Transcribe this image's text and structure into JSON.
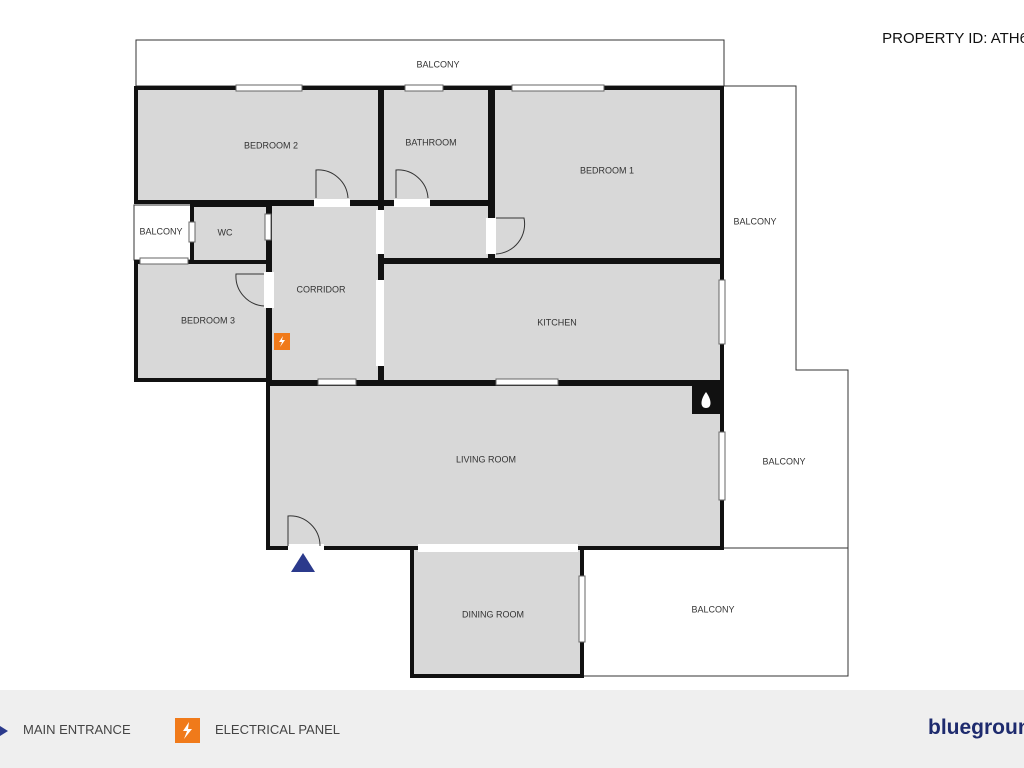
{
  "property_id": "PROPERTY ID: ATH6",
  "rooms": {
    "balcony_top": "BALCONY",
    "bedroom2": "BEDROOM 2",
    "bathroom": "BATHROOM",
    "bedroom1": "BEDROOM 1",
    "balcony_small": "BALCONY",
    "wc": "WC",
    "corridor": "CORRIDOR",
    "bedroom3": "BEDROOM 3",
    "kitchen": "KITCHEN",
    "balcony_right": "BALCONY",
    "living_room": "LIVING ROOM",
    "balcony_mid": "BALCONY",
    "dining_room": "DINING ROOM",
    "balcony_bottom": "BALCONY"
  },
  "legend": {
    "main_entrance": "MAIN ENTRANCE",
    "electrical_panel": "ELECTRICAL PANEL",
    "brand": "bluegroun"
  },
  "colors": {
    "room_fill": "#d8d8d8",
    "entrance": "#2b3a8c",
    "electrical": "#f07a1a",
    "brand": "#1e2b6e"
  },
  "icons": [
    "entrance-triangle",
    "electrical-panel-icon",
    "fireplace-icon"
  ]
}
